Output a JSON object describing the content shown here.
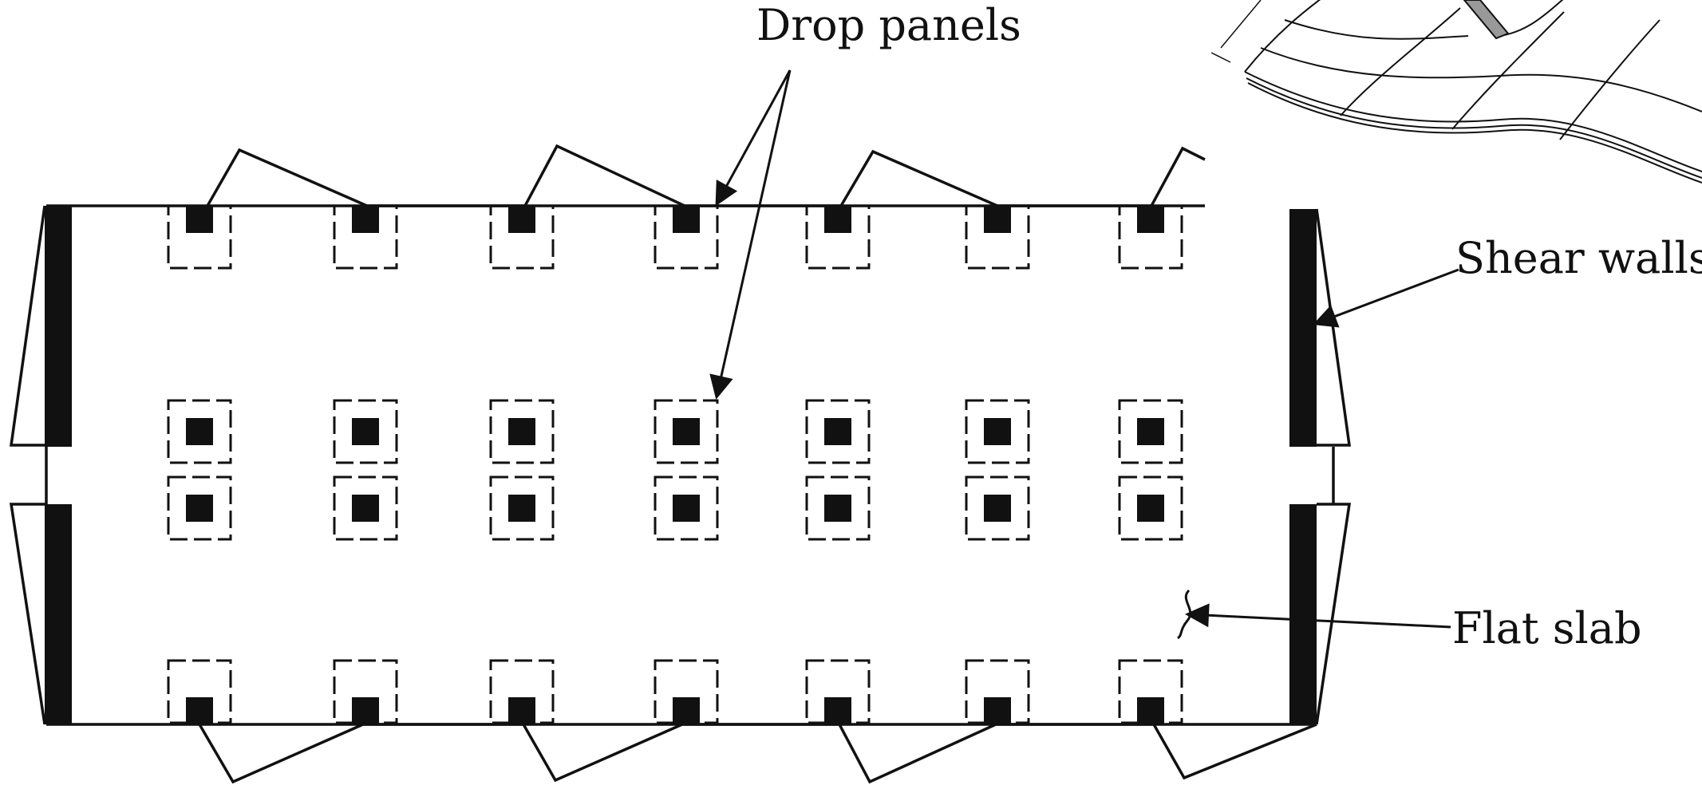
{
  "labels": {
    "drop_panels": "Drop panels",
    "shear_walls": "Shear walls",
    "flat_slab": "Flat slab"
  },
  "colors": {
    "ink": "#111111",
    "background": "#ffffff",
    "inset_hatch": "#999999"
  },
  "icons": [
    "arrow-icon",
    "break-line-icon",
    "isometric-slab-inset"
  ],
  "diagram": {
    "type": "structural-plan",
    "column_count_per_row": 7,
    "column_rows": [
      "top-edge",
      "interior-upper",
      "interior-lower",
      "bottom-edge"
    ],
    "shear_wall_count": 4,
    "drop_panel_style": "dashed-square"
  }
}
